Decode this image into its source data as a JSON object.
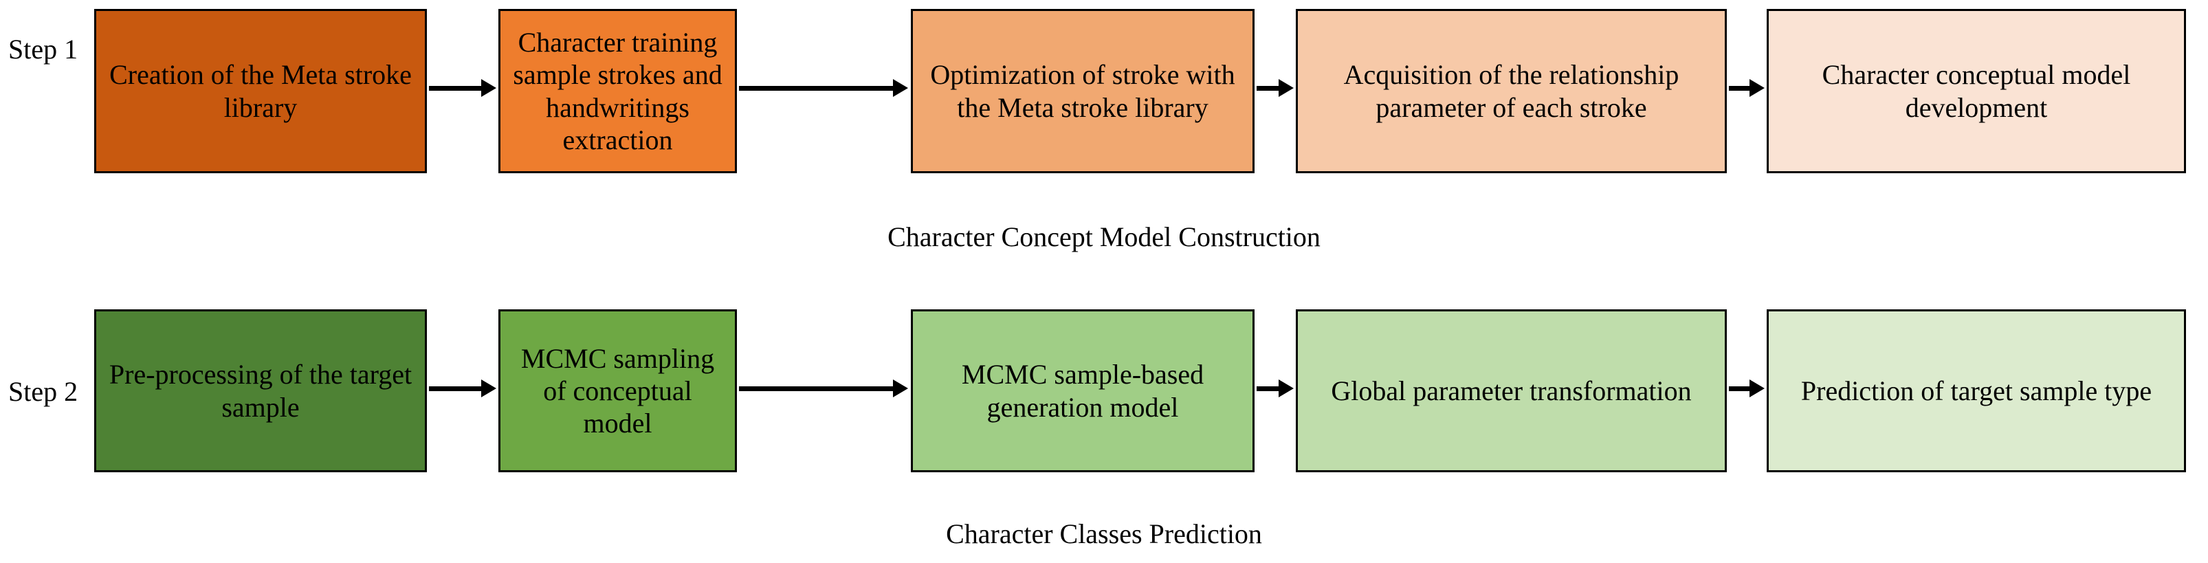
{
  "diagram": {
    "title_visible": false,
    "rows": [
      {
        "step_label": "Step 1",
        "caption": "Character Concept Model Construction",
        "palette": [
          "#C8590F",
          "#EE7D2D",
          "#F1A871",
          "#F7C9A8",
          "#FAE3D4"
        ],
        "nodes": [
          {
            "text": "Creation of the Meta stroke library"
          },
          {
            "text": "Character training sample strokes and handwritings extraction"
          },
          {
            "text": "Optimization of stroke with the Meta stroke library"
          },
          {
            "text": "Acquisition of the relationship parameter of each stroke"
          },
          {
            "text": "Character conceptual model development"
          }
        ]
      },
      {
        "step_label": "Step 2",
        "caption": "Character Classes Prediction",
        "palette": [
          "#4E8234",
          "#6EA844",
          "#A0CE86",
          "#BFDDAB",
          "#DCEBCE"
        ],
        "nodes": [
          {
            "text": "Pre-processing of the target sample"
          },
          {
            "text": "MCMC sampling of conceptual model"
          },
          {
            "text": "MCMC sample-based generation model"
          },
          {
            "text": "Global parameter transformation"
          },
          {
            "text": "Prediction of target sample type"
          }
        ]
      }
    ],
    "arrow_count_per_row": 4,
    "colors": {
      "border": "#000000",
      "text": "#000000",
      "background": "#FFFFFF"
    }
  }
}
